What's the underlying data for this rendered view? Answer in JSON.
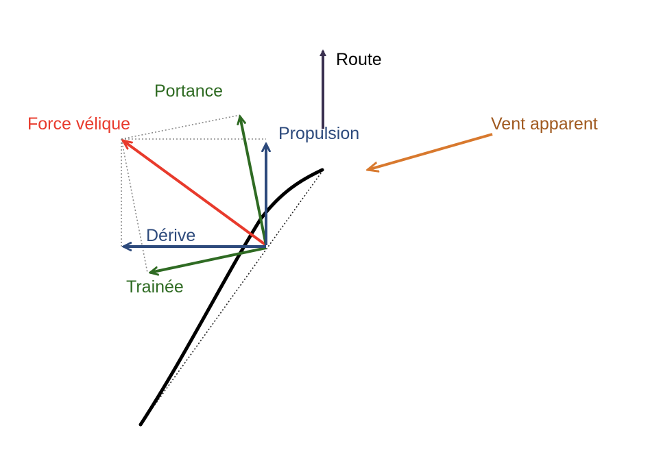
{
  "colors": {
    "background": "#ffffff",
    "sail": "#000000",
    "construction": "#888888",
    "route": "#3a3050",
    "vent": "#d8792e",
    "vent_text": "#a05a20",
    "force": "#e83a2c",
    "portance": "#2f6b23",
    "propulsion": "#2d4a7c"
  },
  "labels": {
    "route": "Route",
    "portance": "Portance",
    "force_velique": "Force vélique",
    "propulsion": "Propulsion",
    "vent_apparent": "Vent apparent",
    "derive": "Dérive",
    "trainee": "Trainée"
  }
}
